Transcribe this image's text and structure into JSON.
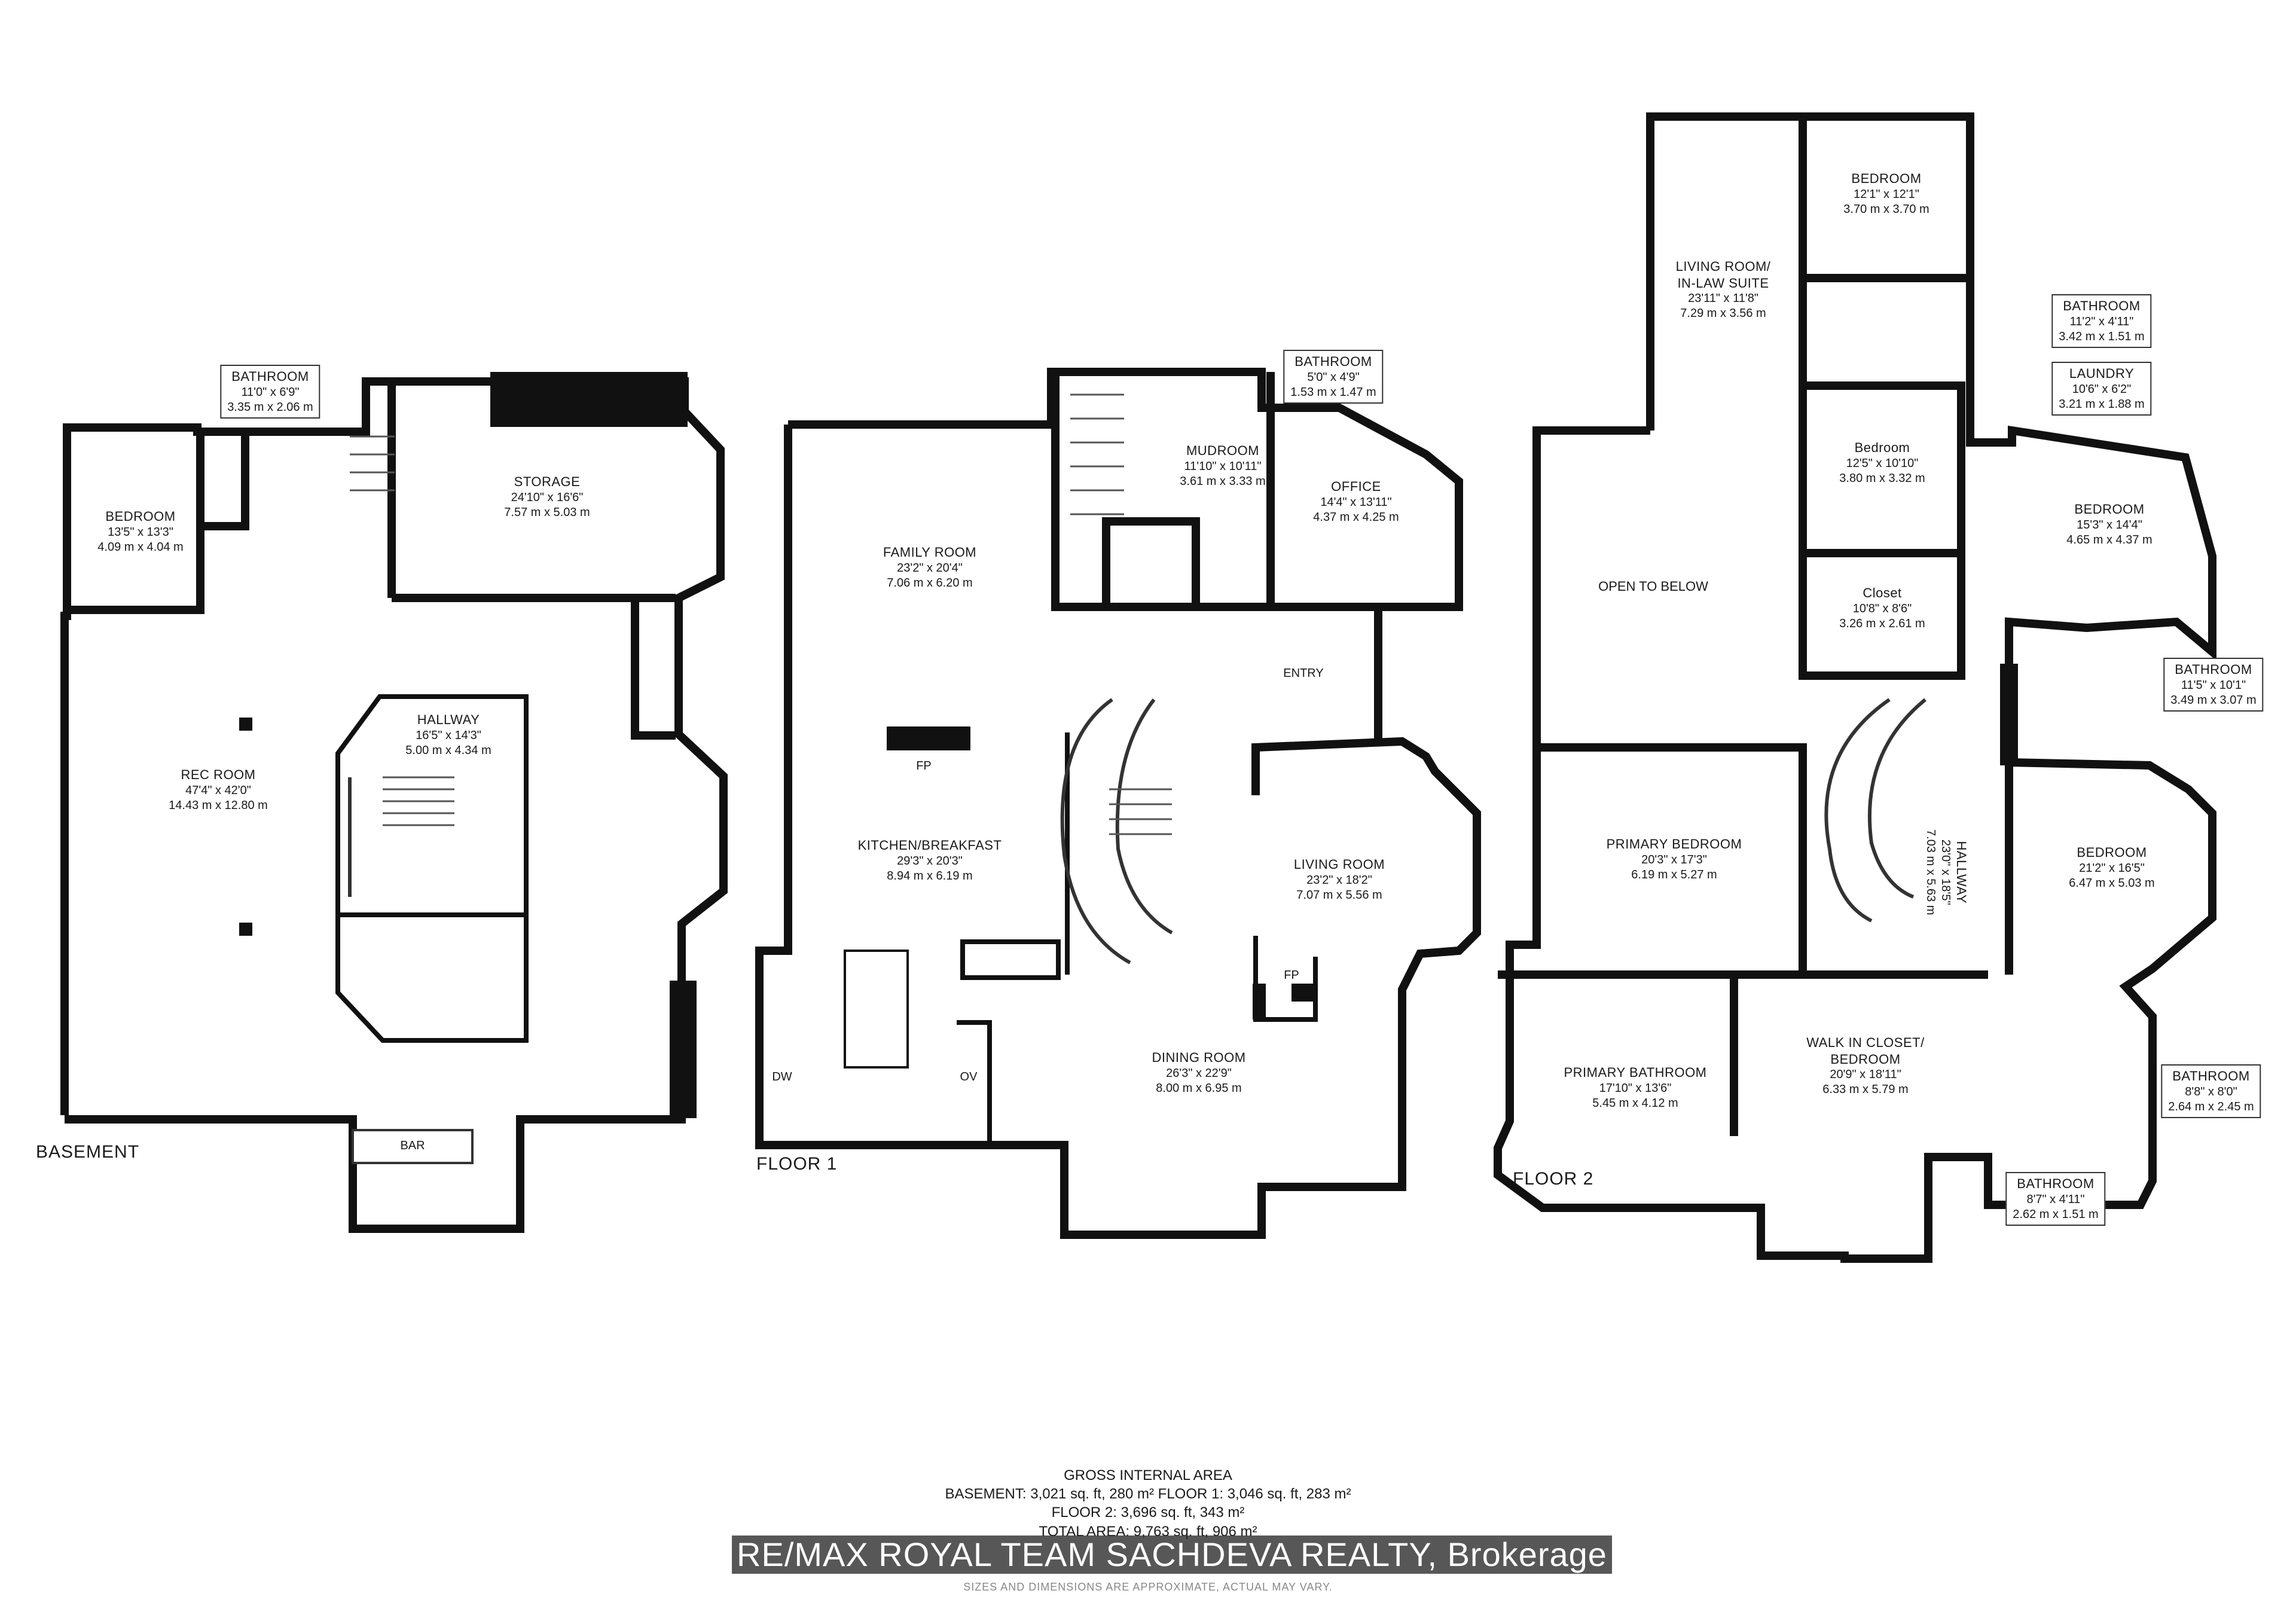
{
  "plan": {
    "basement": {
      "title": "BASEMENT",
      "rooms": [
        {
          "name": "BATHROOM",
          "imperial": "11'0\" x 6'9\"",
          "metric": "3.35 m x 2.06 m"
        },
        {
          "name": "BEDROOM",
          "imperial": "13'5\" x 13'3\"",
          "metric": "4.09 m x 4.04 m"
        },
        {
          "name": "STORAGE",
          "imperial": "24'10\" x 16'6\"",
          "metric": "7.57 m x 5.03 m"
        },
        {
          "name": "HALLWAY",
          "imperial": "16'5\" x 14'3\"",
          "metric": "5.00 m x 4.34 m"
        },
        {
          "name": "REC ROOM",
          "imperial": "47'4\" x 42'0\"",
          "metric": "14.43 m x 12.80 m"
        }
      ],
      "bar_label": "BAR"
    },
    "floor1": {
      "title": "FLOOR 1",
      "rooms": [
        {
          "name": "BATHROOM",
          "imperial": "5'0\" x 4'9\"",
          "metric": "1.53 m x 1.47 m"
        },
        {
          "name": "MUDROOM",
          "imperial": "11'10\" x 10'11\"",
          "metric": "3.61 m x 3.33 m"
        },
        {
          "name": "OFFICE",
          "imperial": "14'4\" x 13'11\"",
          "metric": "4.37 m x 4.25 m"
        },
        {
          "name": "FAMILY ROOM",
          "imperial": "23'2\" x 20'4\"",
          "metric": "7.06 m x 6.20 m"
        },
        {
          "name": "KITCHEN/BREAKFAST",
          "imperial": "29'3\" x 20'3\"",
          "metric": "8.94 m x 6.19 m"
        },
        {
          "name": "LIVING ROOM",
          "imperial": "23'2\" x 18'2\"",
          "metric": "7.07 m x 5.56 m"
        },
        {
          "name": "DINING ROOM",
          "imperial": "26'3\" x 22'9\"",
          "metric": "8.00 m x 6.95 m"
        }
      ],
      "labels": {
        "entry": "ENTRY",
        "fp": "FP",
        "fp2": "FP",
        "dw": "DW",
        "ov": "OV"
      }
    },
    "floor2": {
      "title": "FLOOR 2",
      "rooms": [
        {
          "name": "BEDROOM",
          "imperial": "12'1\" x 12'1\"",
          "metric": "3.70 m x 3.70 m"
        },
        {
          "name": "LIVING ROOM/\nIN-LAW SUITE",
          "imperial": "23'11\" x 11'8\"",
          "metric": "7.29 m x 3.56 m"
        },
        {
          "name": "BATHROOM",
          "imperial": "11'2\" x 4'11\"",
          "metric": "3.42 m x 1.51 m"
        },
        {
          "name": "LAUNDRY",
          "imperial": "10'6\" x 6'2\"",
          "metric": "3.21 m x 1.88 m"
        },
        {
          "name": "Bedroom",
          "imperial": "12'5\" x 10'10\"",
          "metric": "3.80 m x 3.32 m"
        },
        {
          "name": "BEDROOM",
          "imperial": "15'3\" x 14'4\"",
          "metric": "4.65 m x 4.37 m"
        },
        {
          "name": "Closet",
          "imperial": "10'8\" x 8'6\"",
          "metric": "3.26 m x 2.61 m"
        },
        {
          "name": "BATHROOM",
          "imperial": "11'5\" x 10'1\"",
          "metric": "3.49 m x 3.07 m"
        },
        {
          "name": "PRIMARY BEDROOM",
          "imperial": "20'3\" x 17'3\"",
          "metric": "6.19 m x 5.27 m"
        },
        {
          "name": "HALLWAY",
          "imperial": "23'0\" x 18'5\"",
          "metric": "7.03 m x 5.63 m"
        },
        {
          "name": "BEDROOM",
          "imperial": "21'2\" x 16'5\"",
          "metric": "6.47 m x 5.03 m"
        },
        {
          "name": "PRIMARY BATHROOM",
          "imperial": "17'10\" x 13'6\"",
          "metric": "5.45 m x 4.12 m"
        },
        {
          "name": "WALK IN CLOSET/\nBEDROOM",
          "imperial": "20'9\" x 18'11\"",
          "metric": "6.33 m x 5.79 m"
        },
        {
          "name": "BATHROOM",
          "imperial": "8'8\" x 8'0\"",
          "metric": "2.64 m x 2.45 m"
        },
        {
          "name": "BATHROOM",
          "imperial": "8'7\" x 4'11\"",
          "metric": "2.62 m x 1.51 m"
        }
      ],
      "open_to_below": "OPEN TO BELOW"
    }
  },
  "footer": {
    "gia_title": "GROSS INTERNAL AREA",
    "gia_line1": "BASEMENT: 3,021 sq. ft, 280  m² FLOOR 1: 3,046 sq. ft, 283 m²",
    "gia_line2": "FLOOR 2: 3,696 sq. ft, 343 m²",
    "gia_line3": "TOTAL AREA: 9,763 sq. ft, 906 m²",
    "brokerage": "RE/MAX ROYAL TEAM SACHDEVA REALTY, Brokerage",
    "disclaimer": "SIZES AND DIMENSIONS ARE APPROXIMATE, ACTUAL MAY VARY."
  }
}
